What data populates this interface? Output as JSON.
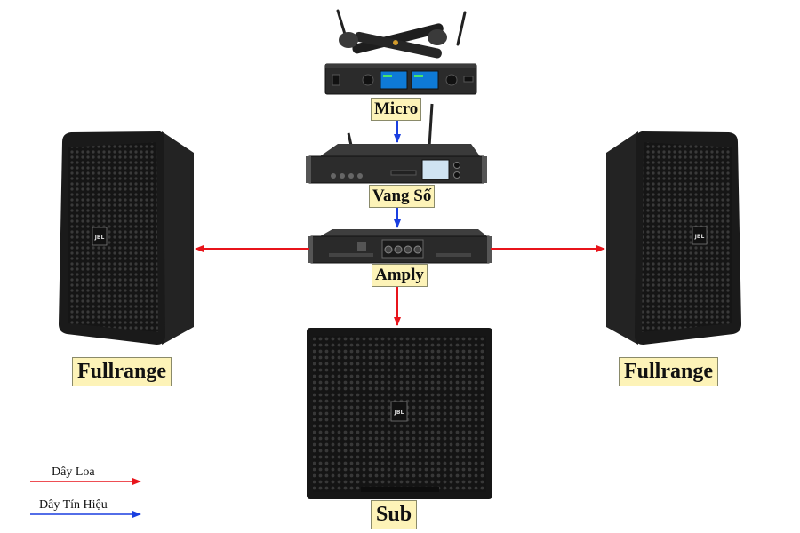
{
  "devices": {
    "micro": {
      "label": "Micro"
    },
    "vang_so": {
      "label": "Vang Số"
    },
    "amply": {
      "label": "Amply"
    },
    "fullrange_left": {
      "label": "Fullrange",
      "brand": "JBL"
    },
    "fullrange_right": {
      "label": "Fullrange",
      "brand": "JBL"
    },
    "sub": {
      "label": "Sub",
      "brand": "JBL"
    }
  },
  "legend": {
    "speaker_cable": {
      "label": "Dây Loa",
      "color": "#e8141b"
    },
    "signal_cable": {
      "label": "Dây Tín Hiệu",
      "color": "#1a3fe0"
    }
  },
  "connections": [
    {
      "from": "micro",
      "to": "vang_so",
      "type": "signal_cable"
    },
    {
      "from": "vang_so",
      "to": "amply",
      "type": "signal_cable"
    },
    {
      "from": "amply",
      "to": "fullrange_left",
      "type": "speaker_cable"
    },
    {
      "from": "amply",
      "to": "fullrange_right",
      "type": "speaker_cable"
    },
    {
      "from": "amply",
      "to": "sub",
      "type": "speaker_cable"
    }
  ],
  "colors": {
    "label_bg": "#fdf3b8",
    "speaker_body": "#1c1c1c",
    "rack_body": "#2a2a2a"
  }
}
